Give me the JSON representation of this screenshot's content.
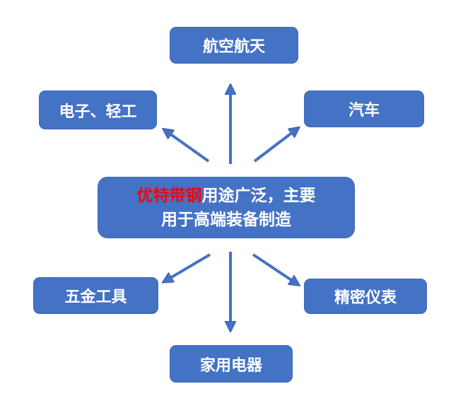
{
  "center": {
    "highlight": "优特带钢",
    "line1_rest": "用途广泛，主要",
    "line2": "用于高端装备制造"
  },
  "nodes": {
    "top": "航空航天",
    "upper_left": "电子、轻工",
    "upper_right": "汽车",
    "lower_left": "五金工具",
    "lower_right": "精密仪表",
    "bottom": "家用电器"
  },
  "colors": {
    "box": "#4472C4",
    "highlight": "#ff0000",
    "text": "#ffffff"
  }
}
